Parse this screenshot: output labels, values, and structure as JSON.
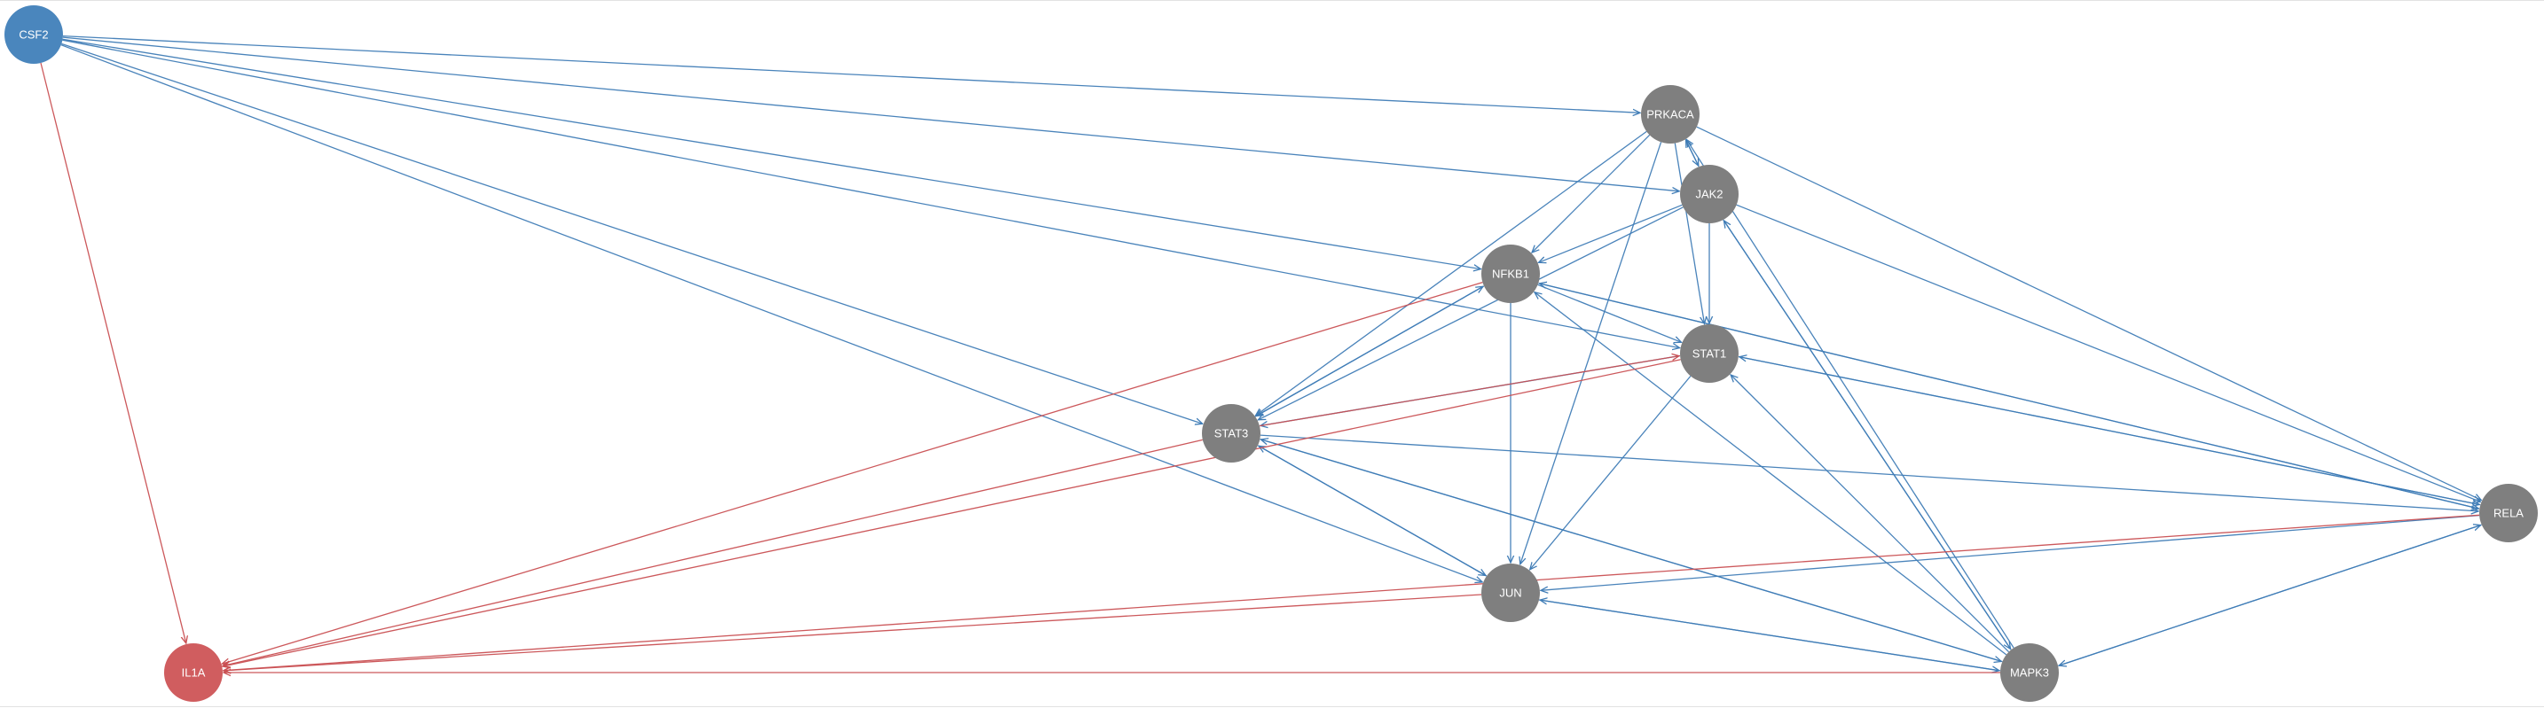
{
  "colors": {
    "source": "#4a86bd",
    "default": "#7f7f7f",
    "target": "#d05d5f",
    "edge_activation": "#3f7cb6",
    "edge_inhibition": "#c94f52",
    "label": "#ffffff"
  },
  "nodes": [
    {
      "id": "CSF2",
      "label": "CSF2",
      "role": "source"
    },
    {
      "id": "PRKACA",
      "label": "PRKACA",
      "role": "default"
    },
    {
      "id": "JAK2",
      "label": "JAK2",
      "role": "default"
    },
    {
      "id": "NFKB1",
      "label": "NFKB1",
      "role": "default"
    },
    {
      "id": "STAT1",
      "label": "STAT1",
      "role": "default"
    },
    {
      "id": "STAT3",
      "label": "STAT3",
      "role": "default"
    },
    {
      "id": "RELA",
      "label": "RELA",
      "role": "default"
    },
    {
      "id": "JUN",
      "label": "JUN",
      "role": "default"
    },
    {
      "id": "MAPK3",
      "label": "MAPK3",
      "role": "default"
    },
    {
      "id": "IL1A",
      "label": "IL1A",
      "role": "target"
    }
  ],
  "edges": [
    {
      "from": "CSF2",
      "to": "PRKACA",
      "type": "activation"
    },
    {
      "from": "CSF2",
      "to": "JAK2",
      "type": "activation"
    },
    {
      "from": "CSF2",
      "to": "STAT1",
      "type": "activation"
    },
    {
      "from": "CSF2",
      "to": "NFKB1",
      "type": "activation"
    },
    {
      "from": "CSF2",
      "to": "STAT3",
      "type": "activation"
    },
    {
      "from": "CSF2",
      "to": "JUN",
      "type": "activation"
    },
    {
      "from": "CSF2",
      "to": "IL1A",
      "type": "inhibition"
    },
    {
      "from": "PRKACA",
      "to": "JAK2",
      "type": "activation"
    },
    {
      "from": "JAK2",
      "to": "PRKACA",
      "type": "activation"
    },
    {
      "from": "PRKACA",
      "to": "NFKB1",
      "type": "activation"
    },
    {
      "from": "PRKACA",
      "to": "STAT3",
      "type": "activation"
    },
    {
      "from": "PRKACA",
      "to": "STAT1",
      "type": "activation"
    },
    {
      "from": "PRKACA",
      "to": "RELA",
      "type": "activation"
    },
    {
      "from": "PRKACA",
      "to": "JUN",
      "type": "activation"
    },
    {
      "from": "MAPK3",
      "to": "PRKACA",
      "type": "activation"
    },
    {
      "from": "JAK2",
      "to": "NFKB1",
      "type": "activation"
    },
    {
      "from": "JAK2",
      "to": "STAT1",
      "type": "activation"
    },
    {
      "from": "JAK2",
      "to": "STAT3",
      "type": "activation"
    },
    {
      "from": "JAK2",
      "to": "RELA",
      "type": "activation"
    },
    {
      "from": "JAK2",
      "to": "MAPK3",
      "type": "activation"
    },
    {
      "from": "MAPK3",
      "to": "JAK2",
      "type": "activation"
    },
    {
      "from": "NFKB1",
      "to": "STAT1",
      "type": "activation"
    },
    {
      "from": "NFKB1",
      "to": "STAT3",
      "type": "activation"
    },
    {
      "from": "STAT3",
      "to": "NFKB1",
      "type": "activation"
    },
    {
      "from": "NFKB1",
      "to": "JUN",
      "type": "activation"
    },
    {
      "from": "NFKB1",
      "to": "RELA",
      "type": "activation"
    },
    {
      "from": "RELA",
      "to": "NFKB1",
      "type": "activation"
    },
    {
      "from": "NFKB1",
      "to": "IL1A",
      "type": "inhibition"
    },
    {
      "from": "MAPK3",
      "to": "NFKB1",
      "type": "activation"
    },
    {
      "from": "STAT1",
      "to": "STAT3",
      "type": "activation"
    },
    {
      "from": "STAT3",
      "to": "STAT1",
      "type": "inhibition"
    },
    {
      "from": "STAT1",
      "to": "JUN",
      "type": "activation"
    },
    {
      "from": "STAT1",
      "to": "RELA",
      "type": "activation"
    },
    {
      "from": "RELA",
      "to": "STAT1",
      "type": "activation"
    },
    {
      "from": "MAPK3",
      "to": "STAT1",
      "type": "activation"
    },
    {
      "from": "STAT3",
      "to": "RELA",
      "type": "activation"
    },
    {
      "from": "STAT3",
      "to": "JUN",
      "type": "activation"
    },
    {
      "from": "JUN",
      "to": "STAT3",
      "type": "activation"
    },
    {
      "from": "STAT3",
      "to": "MAPK3",
      "type": "activation"
    },
    {
      "from": "MAPK3",
      "to": "STAT3",
      "type": "activation"
    },
    {
      "from": "STAT3",
      "to": "IL1A",
      "type": "inhibition"
    },
    {
      "from": "STAT1",
      "to": "IL1A",
      "type": "inhibition"
    },
    {
      "from": "RELA",
      "to": "JUN",
      "type": "activation"
    },
    {
      "from": "RELA",
      "to": "MAPK3",
      "type": "activation"
    },
    {
      "from": "MAPK3",
      "to": "RELA",
      "type": "activation"
    },
    {
      "from": "RELA",
      "to": "IL1A",
      "type": "inhibition"
    },
    {
      "from": "JUN",
      "to": "MAPK3",
      "type": "activation"
    },
    {
      "from": "MAPK3",
      "to": "JUN",
      "type": "activation"
    },
    {
      "from": "JUN",
      "to": "IL1A",
      "type": "inhibition"
    },
    {
      "from": "MAPK3",
      "to": "IL1A",
      "type": "inhibition"
    }
  ]
}
